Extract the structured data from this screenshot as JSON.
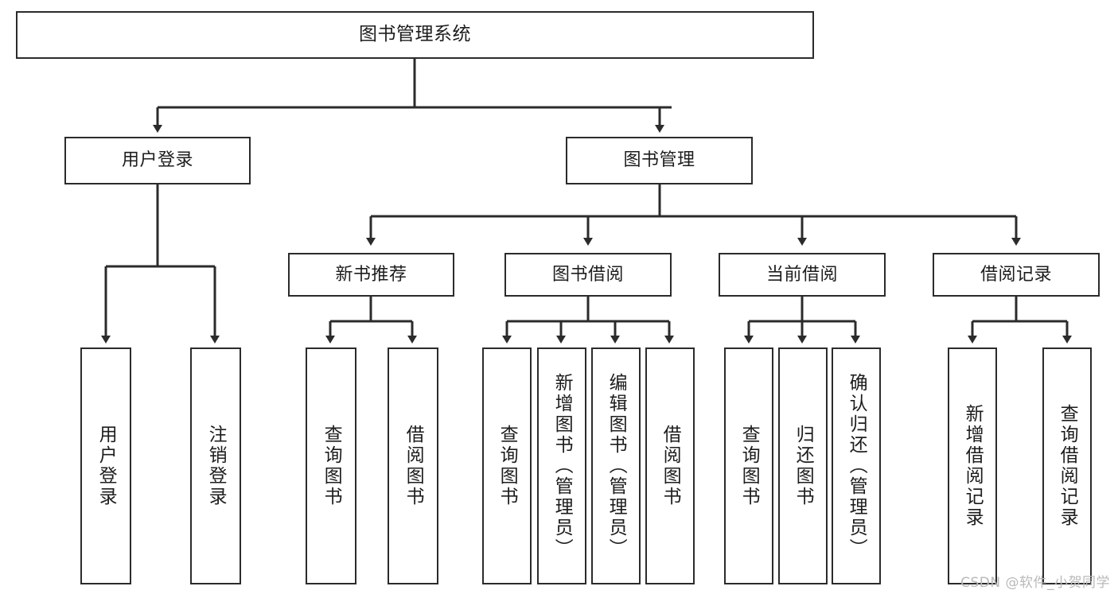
{
  "diagram": {
    "title": "图书管理系统",
    "type": "tree-hierarchy",
    "watermark": "CSDN @软件_小贺同学",
    "colors": {
      "stroke": "#2b2b2b",
      "fill": "#ffffff",
      "text": "#1d1d1d",
      "watermark": "#b9b9b9"
    }
  },
  "nodes": {
    "root": {
      "label": "图书管理系统"
    },
    "level2": [
      {
        "label": "用户登录"
      },
      {
        "label": "图书管理"
      }
    ],
    "level3": [
      {
        "label": "新书推荐"
      },
      {
        "label": "图书借阅"
      },
      {
        "label": "当前借阅"
      },
      {
        "label": "借阅记录"
      }
    ],
    "leaves": {
      "user_login": [
        {
          "label": "用户登录"
        },
        {
          "label": "注销登录"
        }
      ],
      "new_book_recommend": [
        {
          "label": "查询图书"
        },
        {
          "label": "借阅图书"
        }
      ],
      "book_borrow": [
        {
          "label": "查询图书"
        },
        {
          "label": "新增图书（管理员）"
        },
        {
          "label": "编辑图书（管理员）"
        },
        {
          "label": "借阅图书"
        }
      ],
      "current_borrow": [
        {
          "label": "查询图书"
        },
        {
          "label": "归还图书"
        },
        {
          "label": "确认归还（管理员）"
        }
      ],
      "borrow_record": [
        {
          "label": "新增借阅记录"
        },
        {
          "label": "查询借阅记录"
        }
      ]
    }
  }
}
